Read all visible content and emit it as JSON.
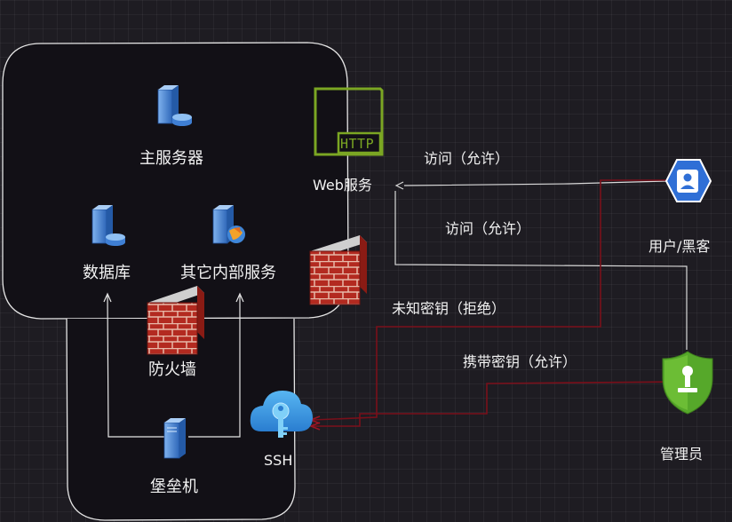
{
  "nodes": {
    "main_server": "主服务器",
    "database": "数据库",
    "other_services": "其它内部服务",
    "web_service": "Web服务",
    "firewall": "防火墙",
    "bastion": "堡垒机",
    "ssh": "SSH",
    "user_hacker": "用户/黑客",
    "admin": "管理员",
    "http_badge": "HTTP"
  },
  "edges": {
    "access_allow_1": "访问（允许）",
    "access_allow_2": "访问（允许）",
    "unknown_key_deny": "未知密钥（拒绝）",
    "with_key_allow": "携带密钥（允许）"
  },
  "colors": {
    "background": "#1e1c22",
    "box_stroke": "#e6e6e6",
    "access_line": "#d9d9d9",
    "key_line": "#7a0f1a",
    "http_green": "#7ba623",
    "user_blue": "#2f6fd6",
    "admin_green": "#56a82a"
  }
}
